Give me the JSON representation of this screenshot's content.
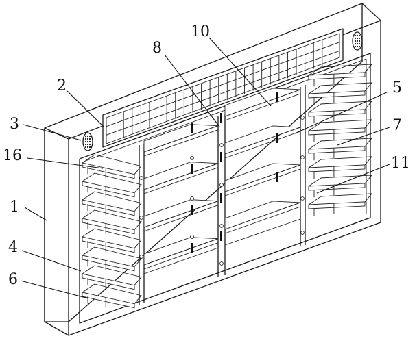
{
  "labels": [
    {
      "id": "1",
      "text": "1"
    },
    {
      "id": "2",
      "text": "2"
    },
    {
      "id": "3",
      "text": "3"
    },
    {
      "id": "4",
      "text": "4"
    },
    {
      "id": "5",
      "text": "5"
    },
    {
      "id": "6",
      "text": "6"
    },
    {
      "id": "7",
      "text": "7"
    },
    {
      "id": "8",
      "text": "8"
    },
    {
      "id": "10",
      "text": "10"
    },
    {
      "id": "11",
      "text": "11"
    },
    {
      "id": "16",
      "text": "16"
    }
  ]
}
